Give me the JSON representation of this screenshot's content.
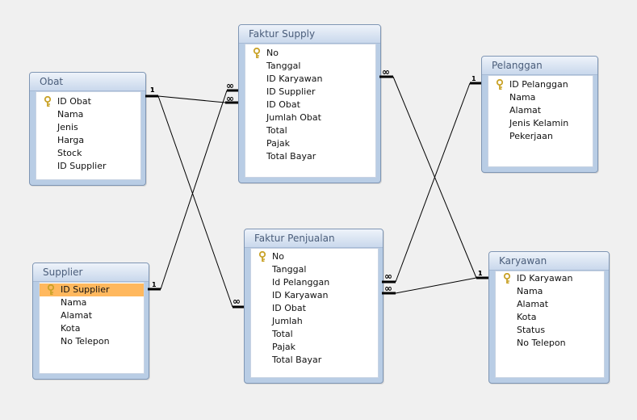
{
  "tables": {
    "obat": {
      "title": "Obat",
      "fields": [
        "ID Obat",
        "Nama",
        "Jenis",
        "Harga",
        "Stock",
        "ID Supplier"
      ]
    },
    "faktur_supply": {
      "title": "Faktur Supply",
      "fields": [
        "No",
        "Tanggal",
        "ID Karyawan",
        "ID Supplier",
        "ID Obat",
        "Jumlah Obat",
        "Total",
        "Pajak",
        "Total Bayar"
      ]
    },
    "pelanggan": {
      "title": "Pelanggan",
      "fields": [
        "ID Pelanggan",
        "Nama",
        "Alamat",
        "Jenis Kelamin",
        "Pekerjaan"
      ]
    },
    "supplier": {
      "title": "Supplier",
      "fields": [
        "ID Supplier",
        "Nama",
        "Alamat",
        "Kota",
        "No Telepon"
      ]
    },
    "faktur_penjualan": {
      "title": "Faktur Penjualan",
      "fields": [
        "No",
        "Tanggal",
        "Id Pelanggan",
        "ID Karyawan",
        "ID Obat",
        "Jumlah",
        "Total",
        "Pajak",
        "Total Bayar"
      ]
    },
    "karyawan": {
      "title": "Karyawan",
      "fields": [
        "ID Karyawan",
        "Nama",
        "Alamat",
        "Kota",
        "Status",
        "No Telepon"
      ]
    }
  },
  "primary_keys": {
    "obat": "ID Obat",
    "faktur_supply": "No",
    "pelanggan": "ID Pelanggan",
    "supplier": "ID Supplier",
    "faktur_penjualan": "No",
    "karyawan": "ID Karyawan"
  },
  "selected_field": {
    "table": "supplier",
    "field": "ID Supplier"
  },
  "relationships": [
    {
      "from": "obat",
      "from_field": "ID Obat",
      "from_card": "1",
      "to": "faktur_supply",
      "to_field": "ID Obat",
      "to_card": "∞"
    },
    {
      "from": "supplier",
      "from_field": "ID Supplier",
      "from_card": "1",
      "to": "faktur_supply",
      "to_field": "ID Supplier",
      "to_card": "∞"
    },
    {
      "from": "obat",
      "from_field": "ID Obat",
      "from_card": "1",
      "to": "faktur_penjualan",
      "to_field": "ID Obat",
      "to_card": "∞"
    },
    {
      "from": "pelanggan",
      "from_field": "ID Pelanggan",
      "from_card": "1",
      "to": "faktur_penjualan",
      "to_field": "Id Pelanggan",
      "to_card": "∞"
    },
    {
      "from": "karyawan",
      "from_field": "ID Karyawan",
      "from_card": "1",
      "to": "faktur_penjualan",
      "to_field": "ID Karyawan",
      "to_card": "∞"
    },
    {
      "from": "karyawan",
      "from_field": "ID Karyawan",
      "from_card": "1",
      "to": "faktur_supply",
      "to_field": "ID Karyawan",
      "to_card": "∞"
    }
  ],
  "colors": {
    "window_bg": "#f0f0f0",
    "table_frame": "#b9cde5",
    "title_text": "#4a5d7a",
    "selected_field": "#ffb85e",
    "key_icon": "#c9a227",
    "relationship_line": "#000000"
  },
  "icons": {
    "primary_key": "key-icon"
  }
}
